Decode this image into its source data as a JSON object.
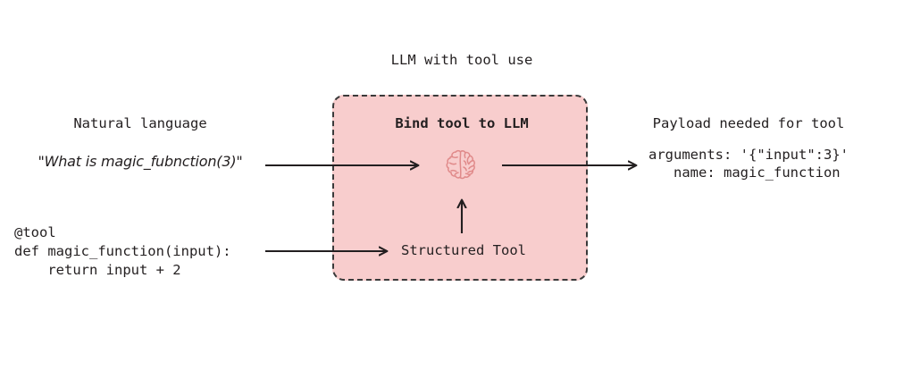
{
  "diagram": {
    "title": "LLM with tool use",
    "background_color": "#ffffff",
    "ink_color": "#231f20",
    "box": {
      "label": "Bind tool to LLM",
      "fill_color": "#f8cdcd",
      "border_color": "#3a3a3a",
      "border_style": "dashed",
      "inner_label": "Structured Tool",
      "icon": "brain-icon"
    },
    "left": {
      "heading": "Natural language",
      "quote": "\"What is magic_fubnction(3)\"",
      "code": "@tool\ndef magic_function(input):\n    return input + 2"
    },
    "right": {
      "heading": "Payload needed for tool",
      "body": "arguments: '{\"input\":3}'\n  name: magic_function"
    },
    "arrows": [
      {
        "name": "arrow-query-to-llm",
        "from": "natural-language-quote",
        "to": "llm-brain",
        "direction": "right"
      },
      {
        "name": "arrow-llm-to-payload",
        "from": "llm-brain",
        "to": "payload",
        "direction": "right"
      },
      {
        "name": "arrow-code-to-structured-tool",
        "from": "tool-definition",
        "to": "structured-tool",
        "direction": "right"
      },
      {
        "name": "arrow-structured-tool-to-llm",
        "from": "structured-tool",
        "to": "llm-brain",
        "direction": "up"
      }
    ]
  }
}
